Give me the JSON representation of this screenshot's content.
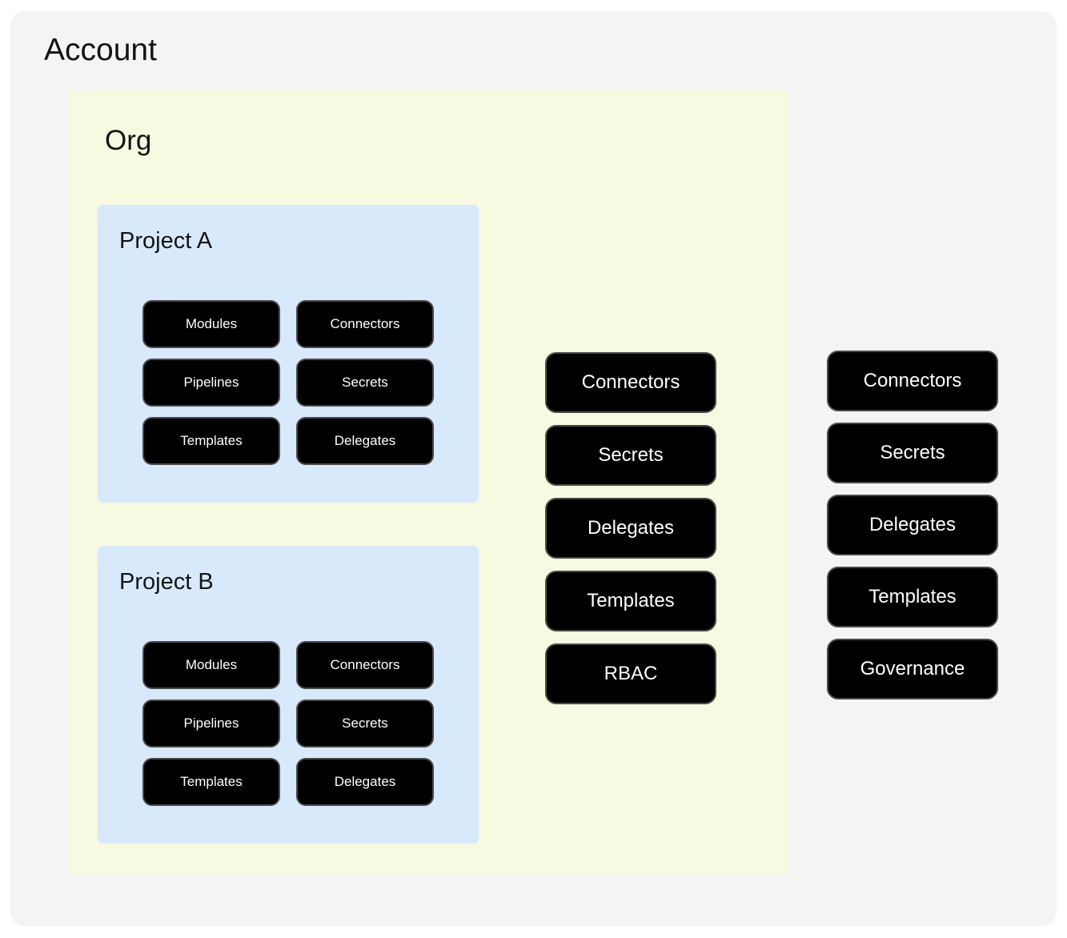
{
  "account": {
    "label": "Account",
    "resources": [
      "Connectors",
      "Secrets",
      "Delegates",
      "Templates",
      "Governance"
    ]
  },
  "org": {
    "label": "Org",
    "resources": [
      "Connectors",
      "Secrets",
      "Delegates",
      "Templates",
      "RBAC"
    ]
  },
  "projects": [
    {
      "label": "Project A",
      "resources": [
        "Modules",
        "Connectors",
        "Pipelines",
        "Secrets",
        "Templates",
        "Delegates"
      ]
    },
    {
      "label": "Project B",
      "resources": [
        "Modules",
        "Connectors",
        "Pipelines",
        "Secrets",
        "Templates",
        "Delegates"
      ]
    }
  ],
  "colors": {
    "account_bg": "#f4f4f4",
    "org_bg": "#f7f9e0",
    "project_bg": "#d9e9fc",
    "pill_bg": "#000000",
    "pill_text": "#ffffff",
    "pill_border": "#4a4a4a"
  }
}
